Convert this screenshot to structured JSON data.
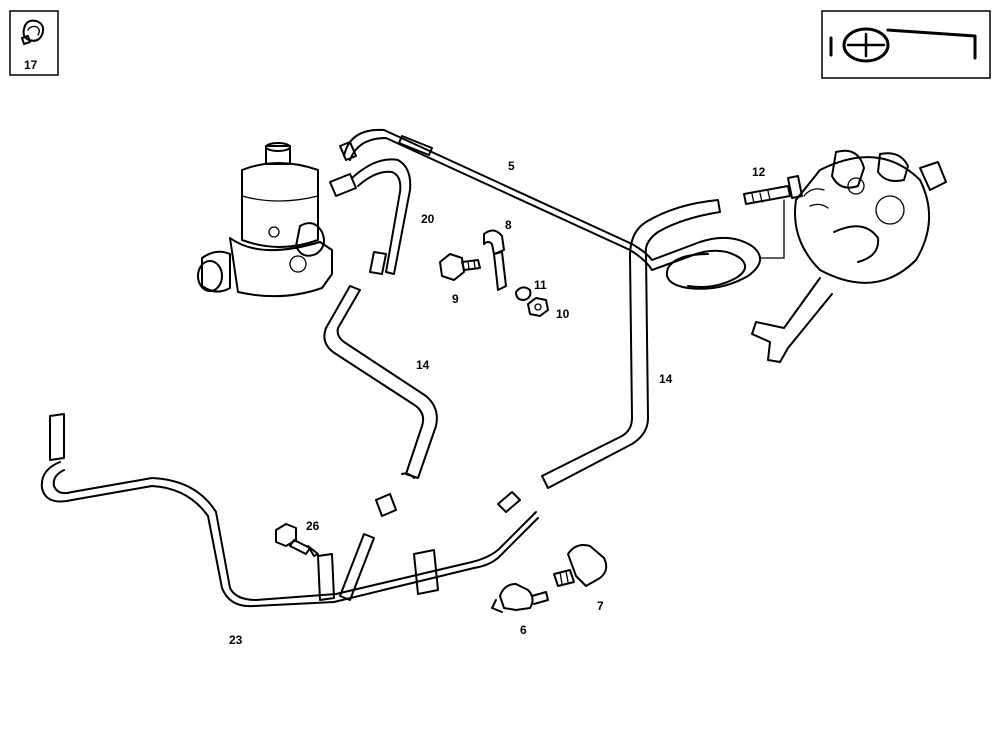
{
  "callouts": {
    "c17": "17",
    "c5": "5",
    "c12": "12",
    "c20": "20",
    "c8": "8",
    "c9": "9",
    "c11": "11",
    "c10": "10",
    "c14a": "14",
    "c14b": "14",
    "c26": "26",
    "c23": "23",
    "c6": "6",
    "c7": "7"
  },
  "icons": {
    "top_left_box": "hose-clamp-icon",
    "top_right_box": "steering-wheel-pump-icon"
  }
}
